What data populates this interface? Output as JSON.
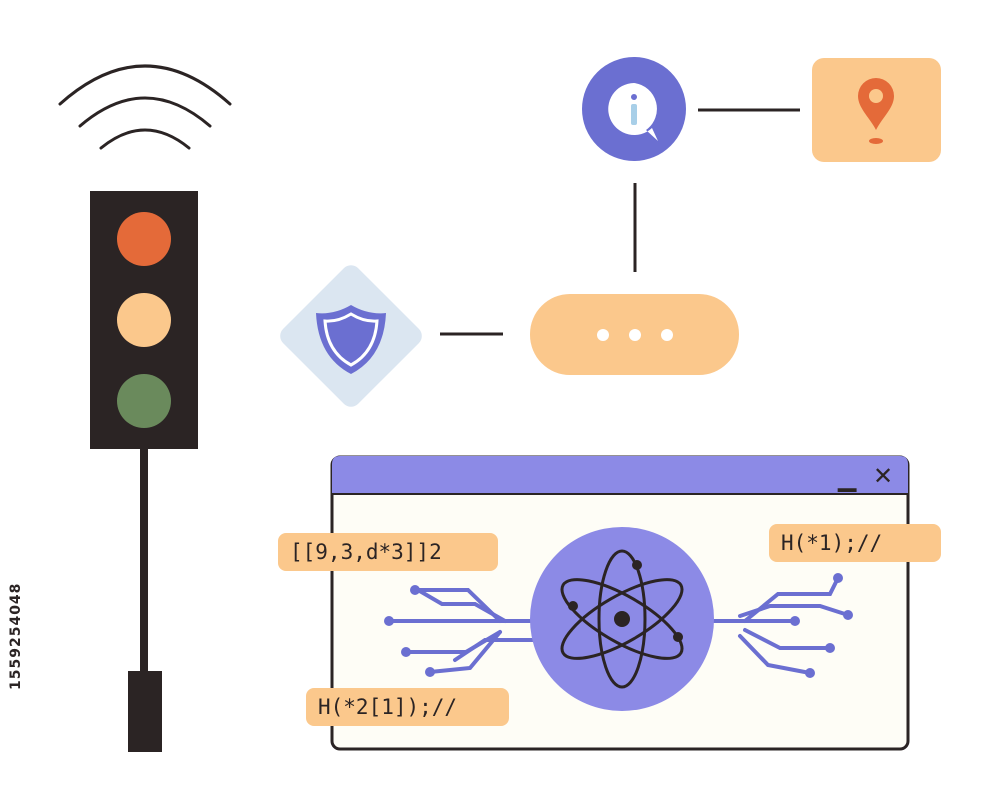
{
  "code_labels": {
    "left_top": "[[9,3,d*3]]2",
    "right_top": "H(*1);//",
    "left_bottom": "H(*2[1]);//"
  },
  "window": {
    "minimize_symbol": "▁",
    "close_symbol": "✕"
  },
  "traffic_light": {
    "lights": [
      "red",
      "amber",
      "green"
    ]
  },
  "icons": [
    "wifi-icon",
    "info-icon",
    "location-pin-icon",
    "shield-icon",
    "chat-bubble-icon",
    "atom-icon"
  ],
  "colors": {
    "dark": "#2b2424",
    "orange": "#e46a39",
    "peach": "#fbc88c",
    "green": "#6a8a5c",
    "purple": "#6b6fd1",
    "lavender": "#8c8ae6",
    "light_blue": "#dbe6f1",
    "window_bg": "#fefdf6"
  },
  "watermark": "1559254048"
}
